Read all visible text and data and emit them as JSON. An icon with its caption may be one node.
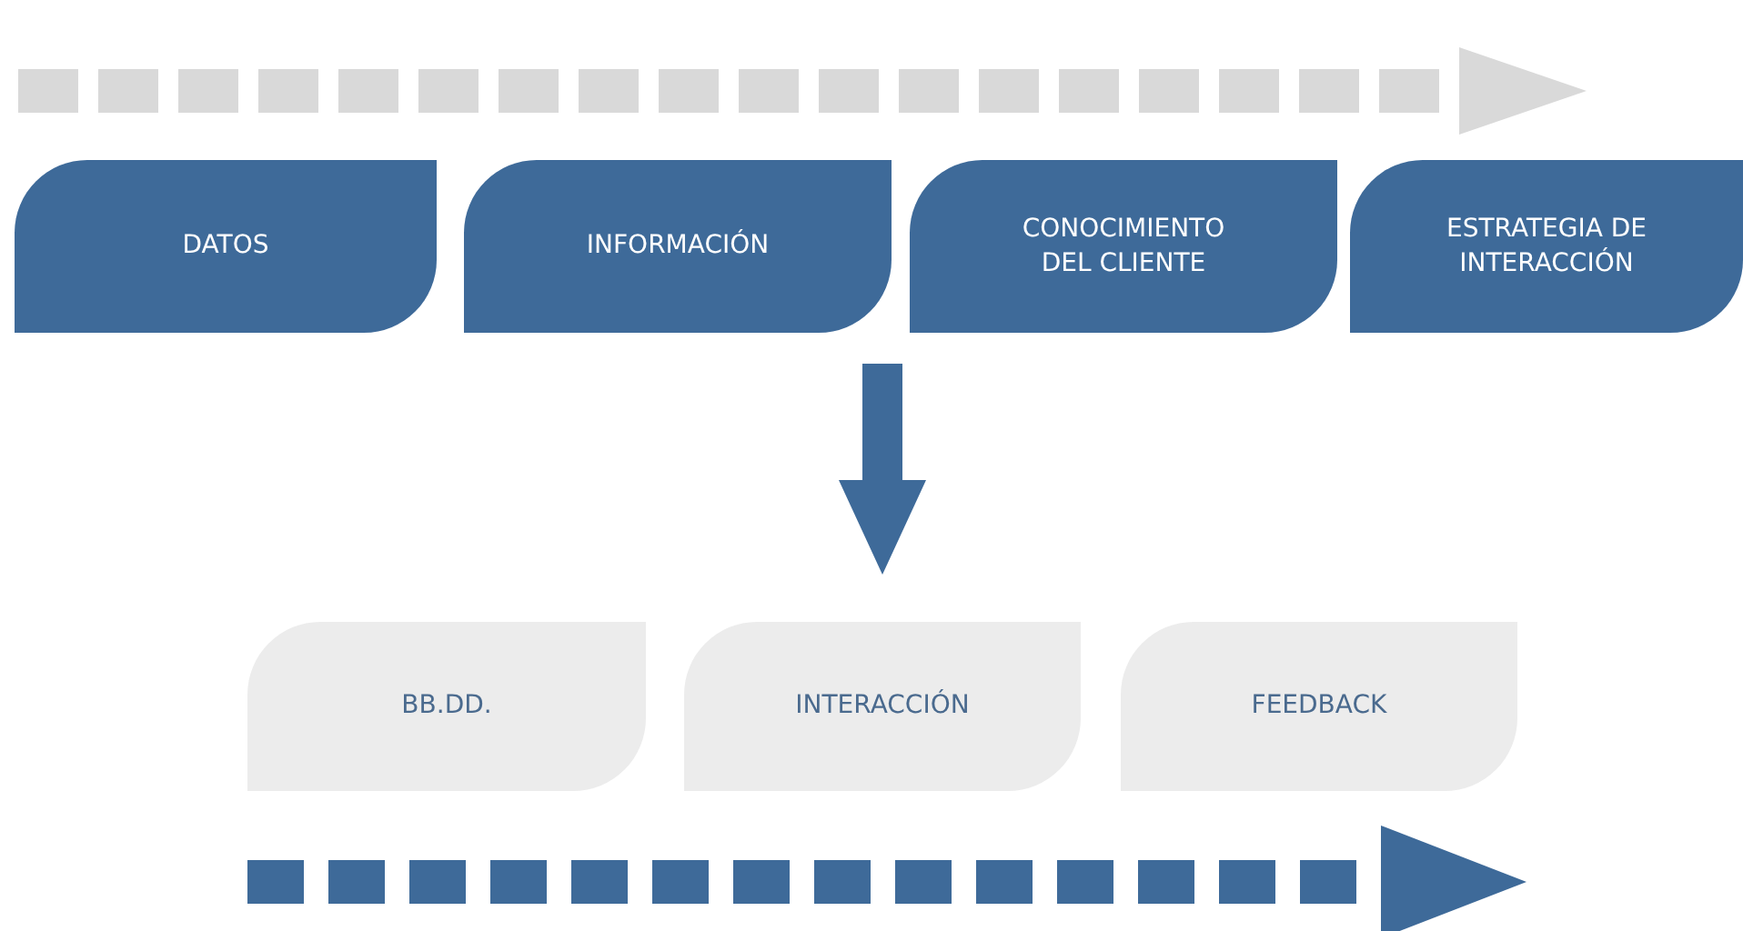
{
  "diagram": {
    "nodes": [
      {
        "text": [
          "DATOS"
        ]
      },
      {
        "text": [
          "INFORMACIÓN"
        ]
      },
      {
        "text": [
          "CONOCIMIENTO DEL CLIENTE"
        ]
      },
      {
        "text": [
          "ESTRATEGIA DE INTERACCIÓN"
        ]
      },
      {
        "text": [
          "BB.DD."
        ]
      },
      {
        "text": [
          "INTERACCIÓN"
        ]
      },
      {
        "text": [
          "FEEDBACK"
        ]
      }
    ],
    "edges": [
      {
        "from": null,
        "to": 5,
        "arrow": "to"
      }
    ]
  }
}
